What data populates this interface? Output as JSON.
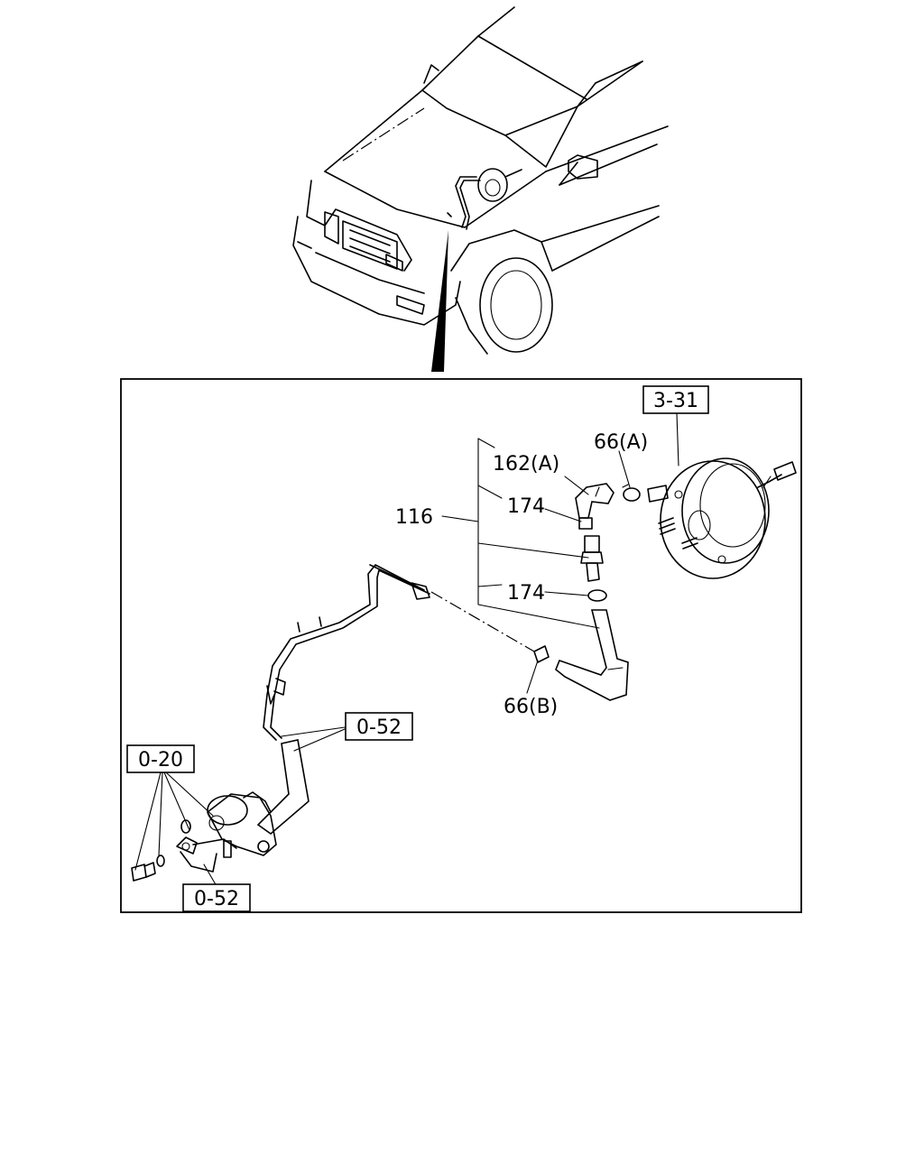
{
  "labels": {
    "booster_ref": "3-31",
    "check_valve_ref": "116",
    "hose_a": "162(A)",
    "clip_upper": "174",
    "clip_lower": "174",
    "clamp_a": "66(A)",
    "clamp_b": "66(B)",
    "pipe_ref_mid": "0-52",
    "pipe_ref_bottom": "0-52",
    "pump_ref": "0-20"
  }
}
